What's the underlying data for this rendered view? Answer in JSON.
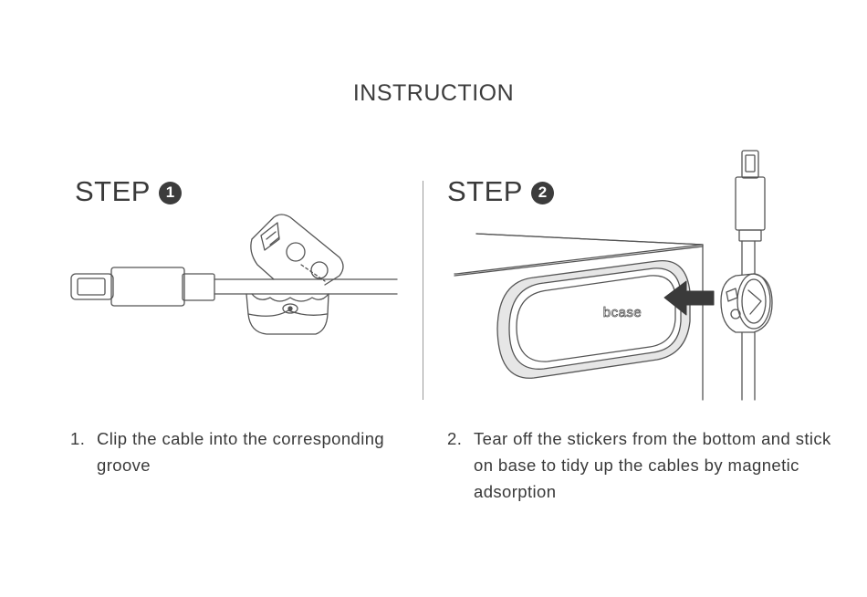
{
  "title": "INSTRUCTION",
  "steps": [
    {
      "label": "STEP",
      "number": "1",
      "number_text": "1.",
      "text": "Clip the cable into the corresponding groove"
    },
    {
      "label": "STEP",
      "number": "2",
      "number_text": "2.",
      "text": "Tear off the stickers from the bottom and stick on base to tidy up the cables by magnetic adsorption",
      "brand": "bcase"
    }
  ],
  "colors": {
    "text": "#3a3a3a",
    "badge": "#3c3c3c",
    "line": "#555555",
    "arrow": "#3a3a3a",
    "base_fill": "#e6e6e6"
  }
}
